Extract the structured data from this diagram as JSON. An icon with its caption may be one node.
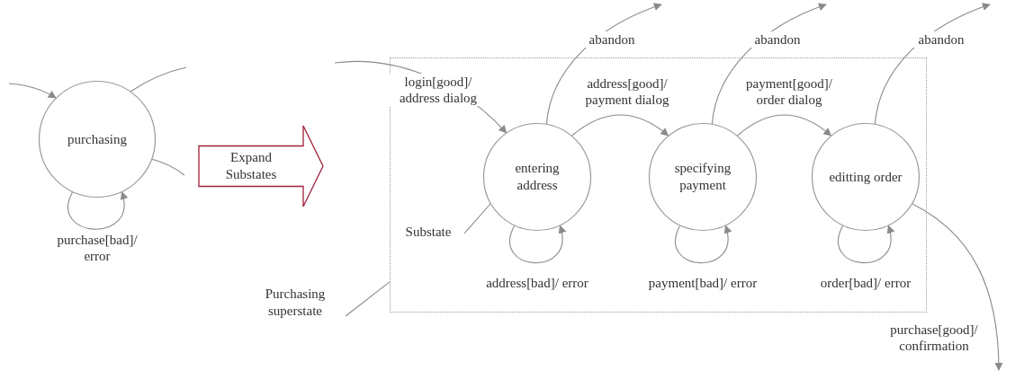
{
  "diagram": {
    "nodes": [
      {
        "text": [
          "purchasing"
        ]
      },
      {
        "text": [
          "Expand Substates"
        ]
      },
      {
        "text": [],
        "shape": "box"
      },
      {
        "text": [
          "entering address"
        ],
        "in": 2
      },
      {
        "text": [
          "specifying payment"
        ],
        "in": 2
      },
      {
        "text": [
          "editting order"
        ],
        "in": 2
      },
      {
        "text": [
          "Substate"
        ],
        "in": 2
      },
      {
        "text": [
          "Purchasing superstate"
        ]
      }
    ],
    "edges": [
      {
        "from": null,
        "to": 0,
        "arrow": "to"
      },
      {
        "from": 0,
        "to": null,
        "arrow": "none"
      },
      {
        "from": 0,
        "to": null,
        "arrow": "none"
      },
      {
        "from": 0,
        "to": 0,
        "label": "purchase[bad]/ error",
        "arrow": "to"
      },
      {
        "from": null,
        "to": 3,
        "label": "login[good]/ address dialog",
        "arrow": "to"
      },
      {
        "from": 3,
        "to": null,
        "label": "abandon",
        "arrow": "to"
      },
      {
        "from": 3,
        "to": 4,
        "label": "address[good]/ payment dialog",
        "arrow": "to"
      },
      {
        "from": 3,
        "to": 3,
        "label": "address[bad]/ error",
        "arrow": "to"
      },
      {
        "from": 4,
        "to": null,
        "label": "abandon",
        "arrow": "to"
      },
      {
        "from": 4,
        "to": 5,
        "label": "payment[good]/ order dialog",
        "arrow": "to"
      },
      {
        "from": 4,
        "to": 4,
        "label": "payment[bad]/ error",
        "arrow": "to"
      },
      {
        "from": 5,
        "to": null,
        "label": "abandon",
        "arrow": "to"
      },
      {
        "from": 5,
        "to": 5,
        "label": "order[bad]/ error",
        "arrow": "to"
      },
      {
        "from": 5,
        "to": null,
        "label": "purchase[good]/ confirmation",
        "arrow": "to"
      },
      {
        "from": 6,
        "to": 3,
        "arrow": "none"
      },
      {
        "from": 7,
        "to": 2,
        "arrow": "none"
      }
    ]
  }
}
